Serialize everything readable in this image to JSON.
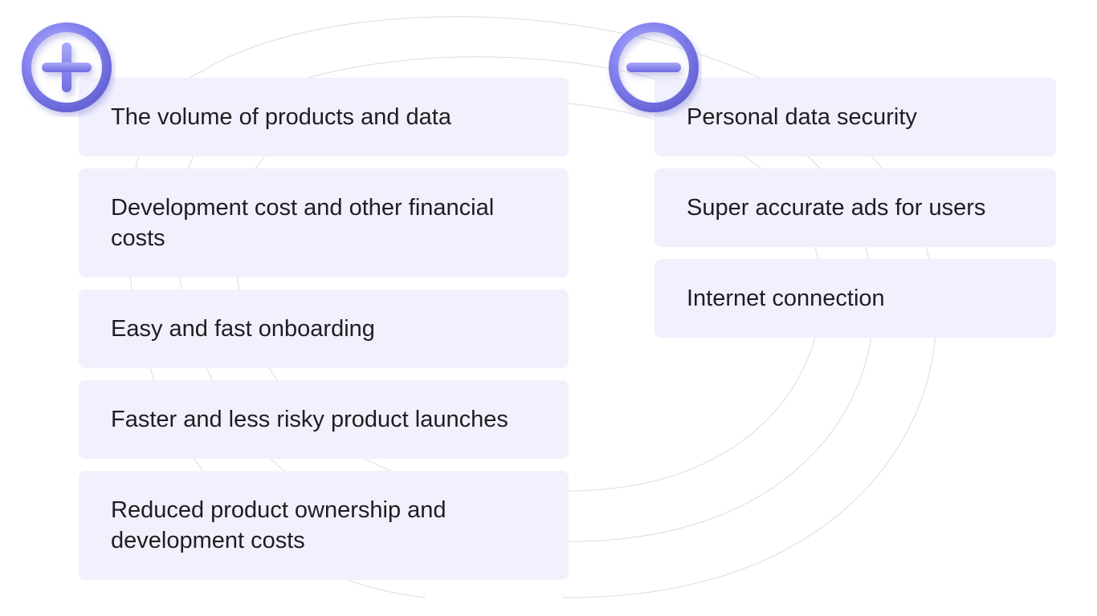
{
  "pros": {
    "items": [
      "The volume of products and data",
      "Development cost and other financial costs",
      "Easy and fast onboarding",
      "Faster and less risky product launches",
      "Reduced product ownership and development costs"
    ]
  },
  "cons": {
    "items": [
      "Personal data security",
      "Super accurate ads for users",
      "Internet connection"
    ]
  },
  "colors": {
    "card_bg": "#f1f1fd",
    "accent": "#7d7bea",
    "text": "#1e1e22",
    "arc": "#dcdce0"
  },
  "icons": {
    "pros": "plus-circle-icon",
    "cons": "minus-circle-icon"
  }
}
